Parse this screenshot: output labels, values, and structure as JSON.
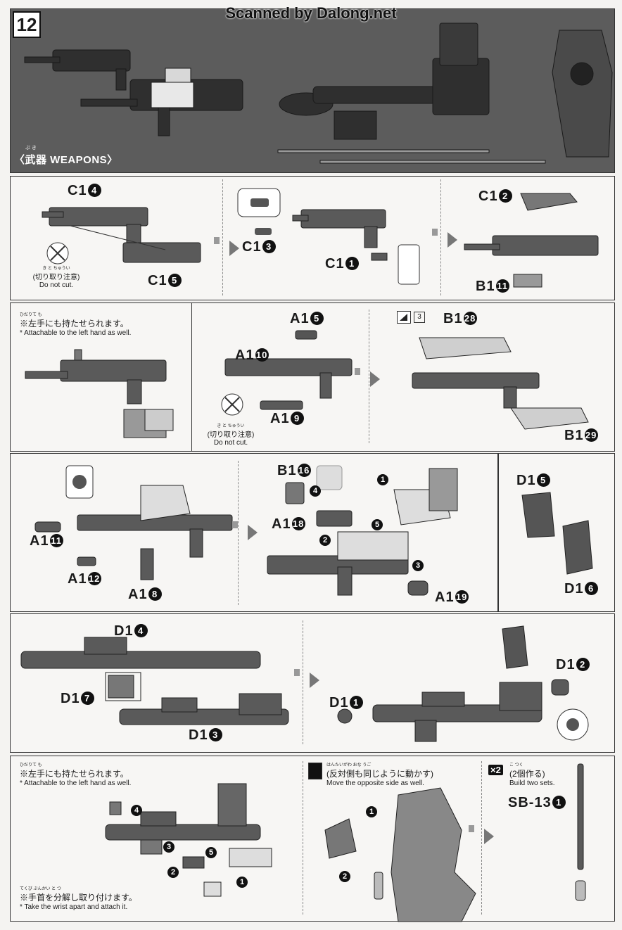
{
  "watermark": "Scanned by Dalong.net",
  "step_number": "12",
  "weapons_title": "〈武器 WEAPONS〉",
  "weapons_ruby": "ぶ き",
  "labels": {
    "c14": "C1",
    "c14n": "4",
    "c15": "C1",
    "c15n": "5",
    "c13": "C1",
    "c13n": "3",
    "c11": "C1",
    "c11n": "1",
    "c12": "C1",
    "c12n": "2",
    "b111": "B1",
    "b111n": "11",
    "a15": "A1",
    "a15n": "5",
    "a110": "A1",
    "a110n": "10",
    "a19": "A1",
    "a19n": "9",
    "b128": "B1",
    "b128n": "28",
    "b129": "B1",
    "b129n": "29",
    "a111": "A1",
    "a111n": "11",
    "a112": "A1",
    "a112n": "12",
    "a18": "A1",
    "a18n": "8",
    "b116": "B1",
    "b116n": "16",
    "a118": "A1",
    "a118n": "18",
    "a119": "A1",
    "a119n": "19",
    "d15": "D1",
    "d15n": "5",
    "d16": "D1",
    "d16n": "6",
    "d14": "D1",
    "d14n": "4",
    "d17": "D1",
    "d17n": "7",
    "d13": "D1",
    "d13n": "3",
    "d11": "D1",
    "d11n": "1",
    "d12": "D1",
    "d12n": "2",
    "sb13": "SB-13",
    "sb13n": "1"
  },
  "notes": {
    "cut_jp": "(切り取り注意)",
    "cut_ruby": "き と ちゅうい",
    "cut_en": "Do not cut.",
    "left_hand_jp": "※左手にも持たせられます。",
    "left_hand_ruby": "ひだりて も",
    "left_hand_en": "* Attachable to the left hand as well.",
    "opposite_jp": "(反対側も同じように動かす)",
    "opposite_ruby": "はんたいがわ おな うご",
    "opposite_en": "Move the opposite side as well.",
    "two_sets_badge": "×2",
    "two_sets_jp": "(2個作る)",
    "two_sets_ruby": "こ つく",
    "two_sets_en": "Build two sets.",
    "wrist_jp": "※手首を分解し取り付けます。",
    "wrist_ruby": "てくび ぶんかい と つ",
    "wrist_en": "* Take the wrist apart and attach it.",
    "box3": "3"
  },
  "steps": {
    "s1": "1",
    "s2": "2",
    "s3": "3",
    "s4": "4",
    "s5": "5"
  },
  "colors": {
    "banner": "#5c5c5c",
    "part": "#4a4a4a",
    "part_light": "#bdbdbd",
    "arrow": "#777777"
  }
}
